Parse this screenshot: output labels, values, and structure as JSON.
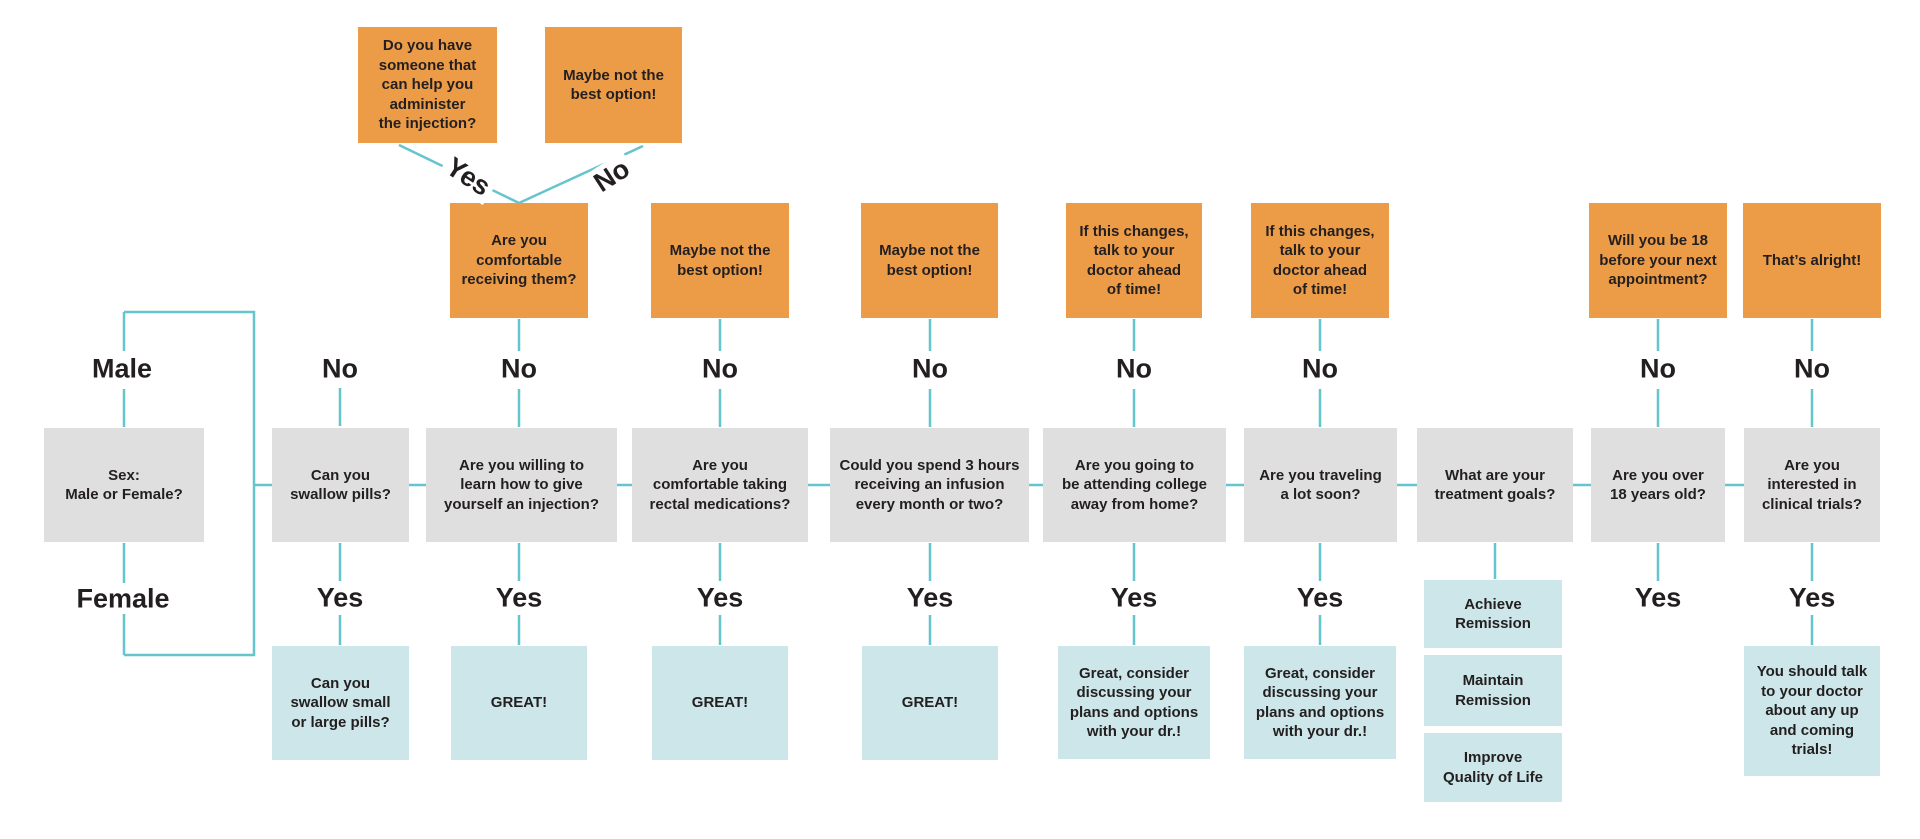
{
  "colors": {
    "orange": "#EC9C47",
    "gray": "#DFDFDF",
    "blue": "#CDE6E9",
    "line": "#66C4CC",
    "text": "#231F20"
  },
  "labels": {
    "male": "Male",
    "female": "Female",
    "yes": "Yes",
    "no": "No"
  },
  "nodes": {
    "help_administer": {
      "text": "Do you have\nsomeone that\ncan help you\nadminister\nthe injection?"
    },
    "maybe_not_best_top": {
      "text": "Maybe not the\nbest option!"
    },
    "comfortable_receiving": {
      "text": "Are you\ncomfortable\nreceiving them?"
    },
    "maybe_not_best_2": {
      "text": "Maybe not the\nbest option!"
    },
    "maybe_not_best_3": {
      "text": "Maybe not the\nbest option!"
    },
    "if_changes_1": {
      "text": "If this changes,\ntalk to your\ndoctor ahead\nof time!"
    },
    "if_changes_2": {
      "text": "If this changes,\ntalk to your\ndoctor ahead\nof time!"
    },
    "will_you_be_18": {
      "text": "Will you be 18\nbefore your next\nappointment?"
    },
    "thats_alright": {
      "text": "That’s alright!"
    },
    "sex": {
      "text": "Sex:\nMale or Female?"
    },
    "swallow_pills": {
      "text": "Can you\nswallow pills?"
    },
    "willing_injection": {
      "text": "Are you willing to\nlearn how to give\nyourself an injection?"
    },
    "rectal_medications": {
      "text": "Are you\ncomfortable taking\nrectal medications?"
    },
    "infusion": {
      "text": "Could you spend 3 hours\nreceiving an infusion\nevery month or two?"
    },
    "college": {
      "text": "Are you going to\nbe attending college\naway from home?"
    },
    "traveling": {
      "text": "Are you traveling\na lot soon?"
    },
    "treatment_goals": {
      "text": "What are your\ntreatment goals?"
    },
    "over_18": {
      "text": "Are you over\n18 years old?"
    },
    "clinical_trials": {
      "text": "Are you\ninterested in\nclinical trials?"
    },
    "swallow_small_large": {
      "text": "Can you\nswallow small\nor large pills?"
    },
    "great_1": {
      "text": "GREAT!"
    },
    "great_2": {
      "text": "GREAT!"
    },
    "great_3": {
      "text": "GREAT!"
    },
    "great_consider_1": {
      "text": "Great, consider\ndiscussing your\nplans and options\nwith your dr.!"
    },
    "great_consider_2": {
      "text": "Great, consider\ndiscussing your\nplans and options\nwith your dr.!"
    },
    "achieve_remission": {
      "text": "Achieve\nRemission"
    },
    "maintain_remission": {
      "text": "Maintain\nRemission"
    },
    "improve_qol": {
      "text": "Improve\nQuality of Life"
    },
    "talk_doctor_trials": {
      "text": "You should talk\nto your doctor\nabout any up\nand coming\ntrials!"
    }
  }
}
